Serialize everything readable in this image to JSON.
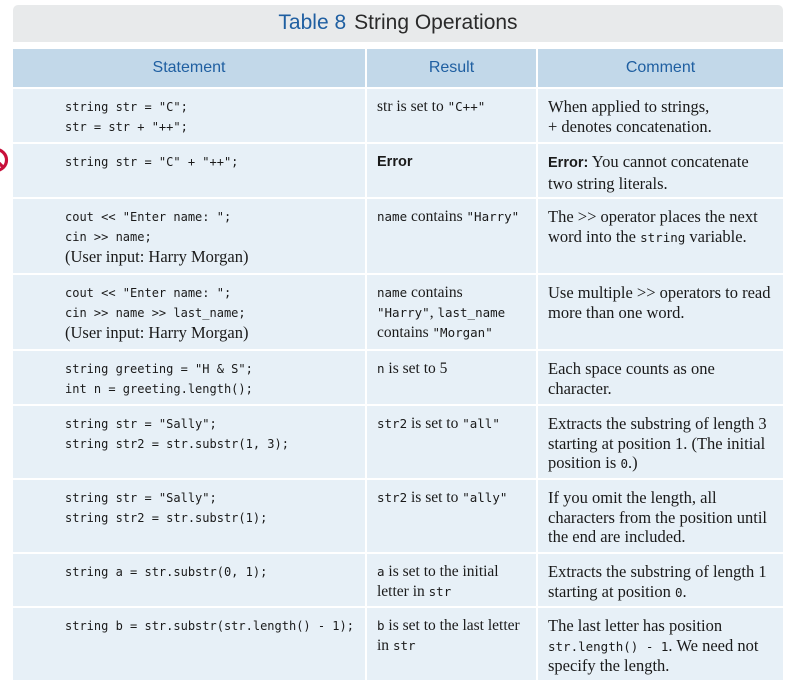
{
  "title": {
    "number": "Table 8",
    "text": "String Operations"
  },
  "headers": {
    "statement": "Statement",
    "result": "Result",
    "comment": "Comment"
  },
  "rows": [
    {
      "stmt": [
        "string str = \"C\";",
        "str = str + \"++\";"
      ],
      "result": {
        "a": "str is set to ",
        "b": "\"C++\""
      },
      "comment": {
        "a": "When applied to strings,",
        "b": "+ denotes concatenation."
      }
    },
    {
      "stmt": [
        "string str = \"C\" + \"++\";"
      ],
      "result": {
        "a": "Error"
      },
      "comment": {
        "a": "Error:",
        "b": " You cannot concatenate two string literals."
      }
    },
    {
      "stmt": [
        "cout << \"Enter name: \";",
        "cin >> name;"
      ],
      "stmt_note": "(User input: Harry Morgan)",
      "result": {
        "a": "name",
        "b": " contains ",
        "c": "\"Harry\""
      },
      "comment": {
        "a": "The >> operator places the next word into the ",
        "b": "string",
        "c": " variable."
      }
    },
    {
      "stmt": [
        "cout << \"Enter name: \";",
        "cin >> name >> last_name;"
      ],
      "stmt_note": "(User input: Harry Morgan)",
      "result": {
        "a": "name",
        "b": " contains",
        "c": "\"Harry\"",
        "d": ", ",
        "e": "last_name",
        "f": "contains ",
        "g": "\"Morgan\""
      },
      "comment": {
        "a": "Use multiple >> operators to read more than one word."
      }
    },
    {
      "stmt": [
        "string greeting = \"H & S\";",
        "int n = greeting.length();"
      ],
      "result": {
        "a": "n",
        "b": " is set to 5"
      },
      "comment": {
        "a": "Each space counts as one character."
      }
    },
    {
      "stmt": [
        "string str = \"Sally\";",
        "string str2 = str.substr(1, 3);"
      ],
      "result": {
        "a": "str2",
        "b": " is set to ",
        "c": "\"all\""
      },
      "comment": {
        "a": "Extracts the substring of length 3 starting at position 1. (The initial position is ",
        "b": "0",
        "c": ".)"
      }
    },
    {
      "stmt": [
        "string str = \"Sally\";",
        "string str2 = str.substr(1);"
      ],
      "result": {
        "a": "str2",
        "b": " is set to ",
        "c": "\"ally\""
      },
      "comment": {
        "a": "If you omit the length, all characters from the position until the end are included."
      }
    },
    {
      "stmt": [
        "string a = str.substr(0, 1);"
      ],
      "result": {
        "a": "a",
        "b": " is set to the initial letter in ",
        "c": "str"
      },
      "comment": {
        "a": "Extracts the substring of length 1 starting at position ",
        "b": "0",
        "c": "."
      }
    },
    {
      "stmt": [
        "string b = str.substr(str.length() - 1);"
      ],
      "result": {
        "a": "b",
        "b": " is set to the last letter in ",
        "c": "str"
      },
      "comment": {
        "a": "The last letter has position ",
        "b": "str.length() - 1",
        "c": ". We need not specify the length."
      }
    }
  ],
  "icons": {
    "error_icon": "no-entry-icon"
  },
  "colors": {
    "header_bg": "#c2d8e9",
    "header_text": "#1f5fa1",
    "cell_bg": "#e7f0f7",
    "title_bg": "#e8eaeb",
    "error_icon": "#c8103b"
  }
}
